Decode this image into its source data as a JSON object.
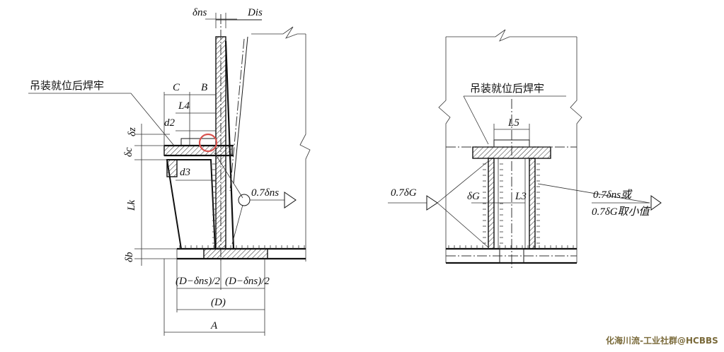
{
  "left_view": {
    "delta_ns": "δns",
    "D_is": "Dis",
    "C": "C",
    "B": "B",
    "L4": "L4",
    "d2": "d2",
    "delta_z": "δz",
    "delta_c": "δc",
    "d3": "d3",
    "L_k": "Lk",
    "delta_b": "δb",
    "weld_note": "吊装就位后焊牢",
    "weld_size": "0.7δns",
    "half_left": "(D−δns)/2",
    "half_right": "(D−δns)/2",
    "D": "(D)",
    "A": "A"
  },
  "right_view": {
    "weld_note": "吊装就位后焊牢",
    "L5": "L5",
    "L3": "L3",
    "delta_G": "δG",
    "weld_left": "0.7δG",
    "weld_right_line1": "0.7δns或",
    "weld_right_line2": "0.7δG取小值"
  },
  "watermark": "化海川流-工业社群@HCBBS",
  "colors": {
    "highlight_circle": "#d9534f",
    "line": "#1a1a1a"
  }
}
